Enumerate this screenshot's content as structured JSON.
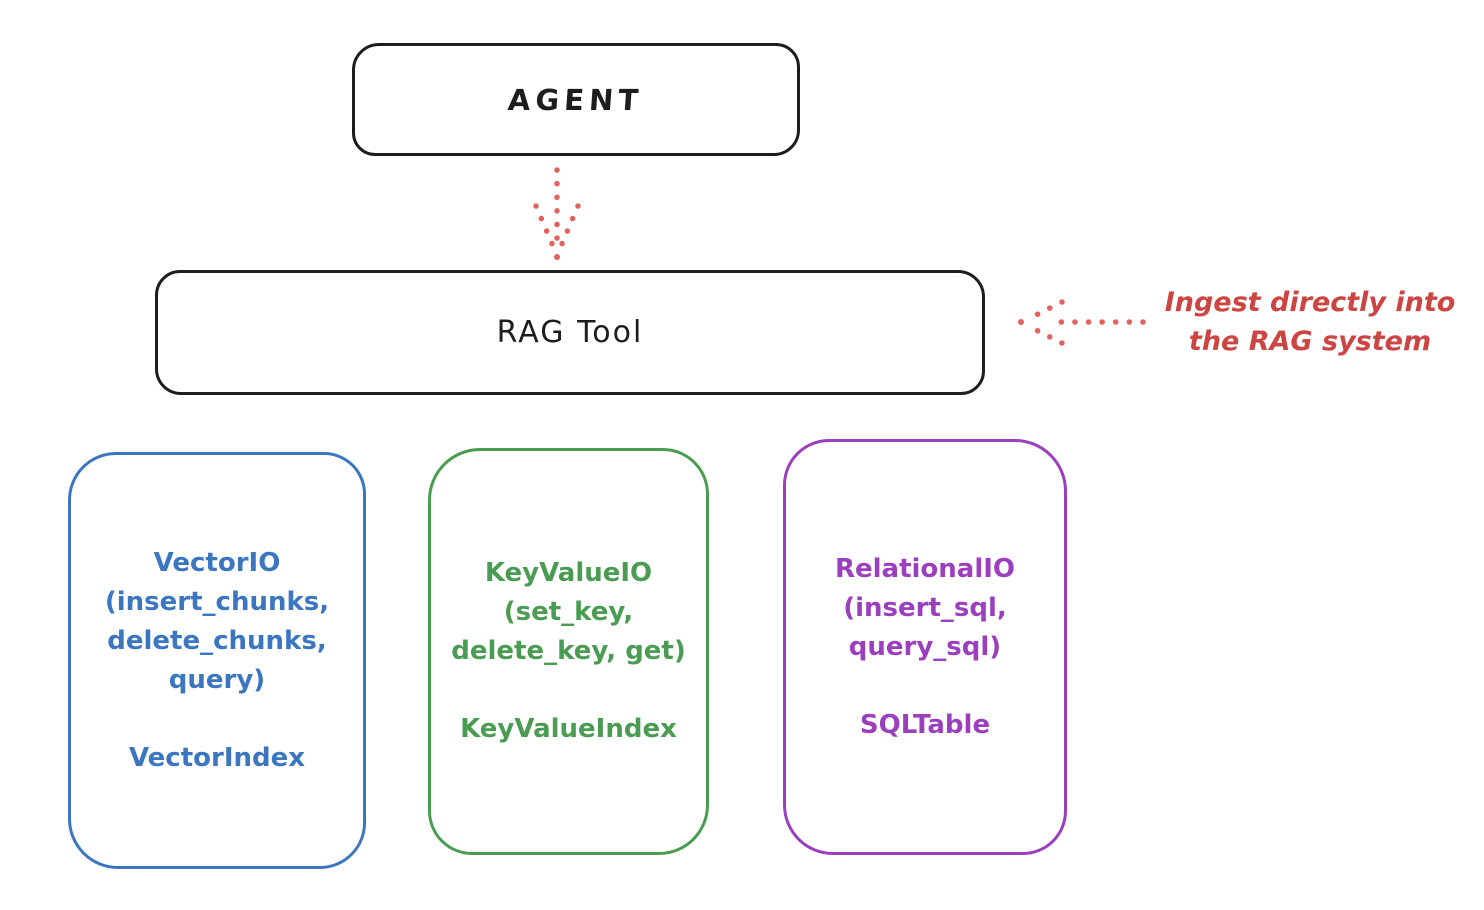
{
  "colors": {
    "ink": "#1d1d1d",
    "red-text": "#cc4542",
    "red-arrow": "#e2625c",
    "blue": "#3b76c1",
    "green": "#4a9c52",
    "purple": "#9b3fbe"
  },
  "diagram": {
    "agent_box": {
      "label": "AGENT"
    },
    "rag_tool_box": {
      "label": "RAG Tool"
    },
    "annotation": {
      "line1": "Ingest directly into",
      "line2": "the RAG system"
    },
    "arrows": {
      "agent_to_rag": "dotted-arrow-down",
      "ingest": "dotted-arrow-left"
    },
    "modules": [
      {
        "name": "VectorIO",
        "color": "#3b76c1",
        "lines": [
          "VectorIO",
          "(insert_chunks,",
          "delete_chunks,",
          "query)"
        ],
        "index_label": "VectorIndex"
      },
      {
        "name": "KeyValueIO",
        "color": "#4a9c52",
        "lines": [
          "KeyValueIO",
          "(set_key,",
          "delete_key, get)"
        ],
        "index_label": "KeyValueIndex"
      },
      {
        "name": "RelationalIO",
        "color": "#9b3fbe",
        "lines": [
          "RelationalIO",
          "(insert_sql,",
          "query_sql)"
        ],
        "index_label": "SQLTable"
      }
    ]
  }
}
